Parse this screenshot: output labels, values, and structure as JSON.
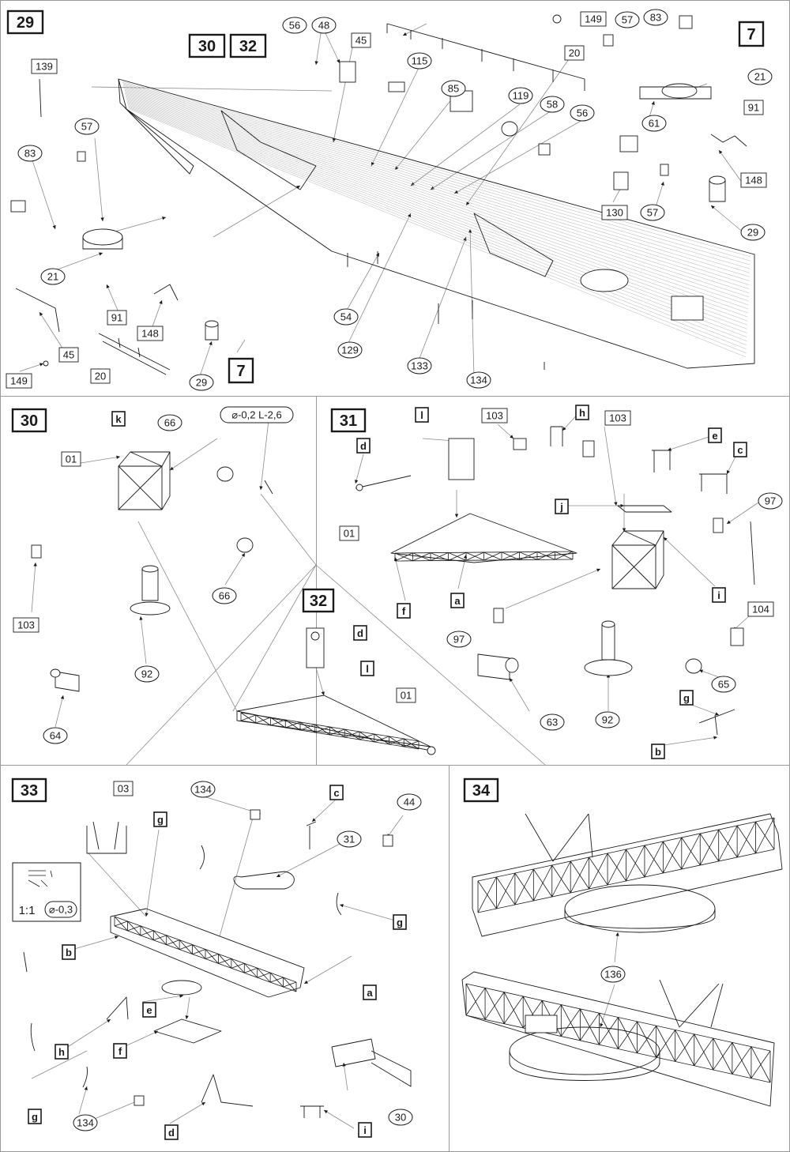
{
  "sheet": {
    "colors": {
      "line": "#8a8a8a",
      "ink": "#1a1a1a",
      "paper": "#ffffff",
      "detail": "#b4b4b4"
    }
  },
  "panels": [
    {
      "step": "29",
      "callouts": {
        "boxed": [
          "139",
          "149",
          "45",
          "20",
          "91",
          "148",
          "91",
          "148",
          "130",
          "20",
          "149",
          "45"
        ],
        "circled": [
          "56",
          "48",
          "115",
          "85",
          "119",
          "58",
          "56",
          "57",
          "83",
          "21",
          "61",
          "57",
          "29",
          "57",
          "83",
          "21",
          "54",
          "129",
          "133",
          "134",
          "29"
        ],
        "reference_steps": [
          "30",
          "32",
          "7",
          "7"
        ]
      }
    },
    {
      "step": "30",
      "callouts": {
        "letters": [
          "k"
        ],
        "boxed": [
          "01",
          "103"
        ],
        "circled": [
          "66",
          "66",
          "92",
          "64"
        ],
        "dimension": "⌀-0,2 L-2,6"
      }
    },
    {
      "step": "32",
      "callouts": {
        "letters": [
          "d",
          "l"
        ],
        "boxed": [
          "01"
        ]
      }
    },
    {
      "step": "31",
      "callouts": {
        "letters": [
          "l",
          "h",
          "d",
          "e",
          "c",
          "j",
          "a",
          "f",
          "i",
          "g",
          "b"
        ],
        "boxed": [
          "103",
          "103",
          "01",
          "104"
        ],
        "circled": [
          "97",
          "97",
          "63",
          "92",
          "65"
        ]
      }
    },
    {
      "step": "33",
      "callouts": {
        "letters": [
          "c",
          "g",
          "g",
          "b",
          "a",
          "e",
          "h",
          "f",
          "g",
          "d",
          "i"
        ],
        "boxed": [
          "03"
        ],
        "circled": [
          "134",
          "44",
          "31",
          "134",
          "30"
        ],
        "scale": "1:1",
        "scale_dimension": "⌀-0,3"
      }
    },
    {
      "step": "34",
      "callouts": {
        "circled": [
          "136"
        ]
      }
    }
  ]
}
